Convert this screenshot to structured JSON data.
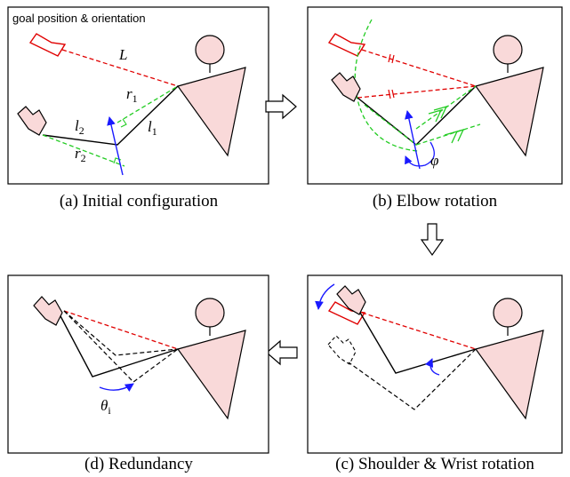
{
  "panels": [
    {
      "id": "a",
      "caption": "(a) Initial configuration"
    },
    {
      "id": "b",
      "caption": "(b) Elbow rotation"
    },
    {
      "id": "c",
      "caption": "(c) Shoulder & Wrist rotation"
    },
    {
      "id": "d",
      "caption": "(d) Redundancy"
    }
  ],
  "panel_a": {
    "goal_label": "goal position & orientation",
    "L": "L",
    "r1": "r",
    "r1_sub": "1",
    "l1": "l",
    "l1_sub": "1",
    "l2": "l",
    "l2_sub": "2",
    "r2": "r",
    "r2_sub": "2"
  },
  "panel_b": {
    "phi": "φ"
  },
  "panel_d": {
    "theta": "θ",
    "theta_sub": "i"
  },
  "colors": {
    "body_fill": "#f9d9d9",
    "goal_red": "#e00000",
    "dash_red": "#e00000",
    "green": "#22cc22",
    "blue": "#1a1aff",
    "black": "#000000"
  }
}
